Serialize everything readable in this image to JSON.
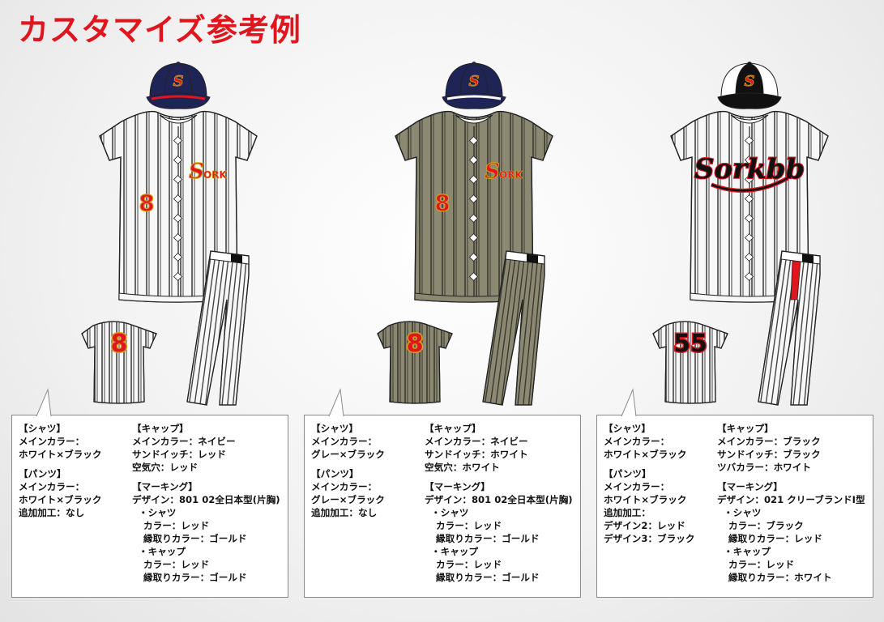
{
  "title": "カスタマイズ参考例",
  "colors": {
    "title": "#e0161e"
  },
  "examples": [
    {
      "shirt_color": "#f7f7f7",
      "stripe_color": "#444444",
      "cap_color": "#1e2456",
      "cap_front": "#1e2456",
      "piping": "#e0161e",
      "pants_accent": "",
      "logo_text": "S",
      "logo_suffix": "ORK",
      "front_number": "8",
      "back_number": "8",
      "number_fill": "#e0161e",
      "number_outline": "#d4a017",
      "left": {
        "shirt_h": "【シャツ】",
        "shirt_main_label": "メインカラー：",
        "shirt_main_value": "ホワイト×ブラック",
        "pants_h": "【パンツ】",
        "pants_main_label": "メインカラー：",
        "pants_main_value": "ホワイト×ブラック",
        "pants_extra": "追加加工：なし",
        "pants_extra2": "",
        "pants_extra3": ""
      },
      "right": {
        "cap_h": "【キャップ】",
        "cap_line1": "メインカラー：ネイビー",
        "cap_line2": "サンドイッチ：レッド",
        "cap_line3": "空気穴：レッド",
        "mark_h": "【マーキング】",
        "mark_design": "デザイン：801 02全日本型(片胸)",
        "shirt_sub": "・シャツ",
        "shirt_color": "カラー：レッド",
        "shirt_edge": "縁取りカラー：ゴールド",
        "cap_sub": "・キャップ",
        "cap_color": "カラー：レッド",
        "cap_edge": "縁取りカラー：ゴールド"
      }
    },
    {
      "shirt_color": "#8c8973",
      "stripe_color": "#3a3a30",
      "cap_color": "#1e2456",
      "cap_front": "#1e2456",
      "piping": "#ffffff",
      "pants_accent": "",
      "logo_text": "S",
      "logo_suffix": "ORK",
      "front_number": "8",
      "back_number": "8",
      "number_fill": "#e0161e",
      "number_outline": "#d4a017",
      "left": {
        "shirt_h": "【シャツ】",
        "shirt_main_label": "メインカラー：",
        "shirt_main_value": "グレー×ブラック",
        "pants_h": "【パンツ】",
        "pants_main_label": "メインカラー：",
        "pants_main_value": "グレー×ブラック",
        "pants_extra": "追加加工：なし",
        "pants_extra2": "",
        "pants_extra3": ""
      },
      "right": {
        "cap_h": "【キャップ】",
        "cap_line1": "メインカラー：ネイビー",
        "cap_line2": "サンドイッチ：ホワイト",
        "cap_line3": "空気穴：ホワイト",
        "mark_h": "【マーキング】",
        "mark_design": "デザイン：801 02全日本型(片胸)",
        "shirt_sub": "・シャツ",
        "shirt_color": "カラー：レッド",
        "shirt_edge": "縁取りカラー：ゴールド",
        "cap_sub": "・キャップ",
        "cap_color": "カラー：レッド",
        "cap_edge": "縁取りカラー：ゴールド"
      }
    },
    {
      "shirt_color": "#f7f7f7",
      "stripe_color": "#444444",
      "cap_color": "#111111",
      "cap_front": "#ffffff",
      "piping": "#111111",
      "pants_accent": "#e0161e",
      "logo_text": "Sorkbb",
      "logo_suffix": "",
      "front_number": "",
      "back_number": "55",
      "number_fill": "#111111",
      "number_outline": "#e0161e",
      "left": {
        "shirt_h": "【シャツ】",
        "shirt_main_label": "メインカラー：",
        "shirt_main_value": "ホワイト×ブラック",
        "pants_h": "【パンツ】",
        "pants_main_label": "メインカラー：",
        "pants_main_value": "ホワイト×ブラック",
        "pants_extra": "追加加工：",
        "pants_extra2": "デザイン2：レッド",
        "pants_extra3": "デザイン3：ブラック"
      },
      "right": {
        "cap_h": "【キャップ】",
        "cap_line1": "メインカラー：ブラック",
        "cap_line2": "サンドイッチ：ブラック",
        "cap_line3": "ツバカラー：ホワイト",
        "mark_h": "【マーキング】",
        "mark_design": "デザイン：021 クリーブランドI型",
        "shirt_sub": "・シャツ",
        "shirt_color": "カラー：ブラック",
        "shirt_edge": "縁取りカラー：レッド",
        "cap_sub": "・キャップ",
        "cap_color": "カラー：レッド",
        "cap_edge": "縁取りカラー：ホワイト"
      }
    }
  ]
}
